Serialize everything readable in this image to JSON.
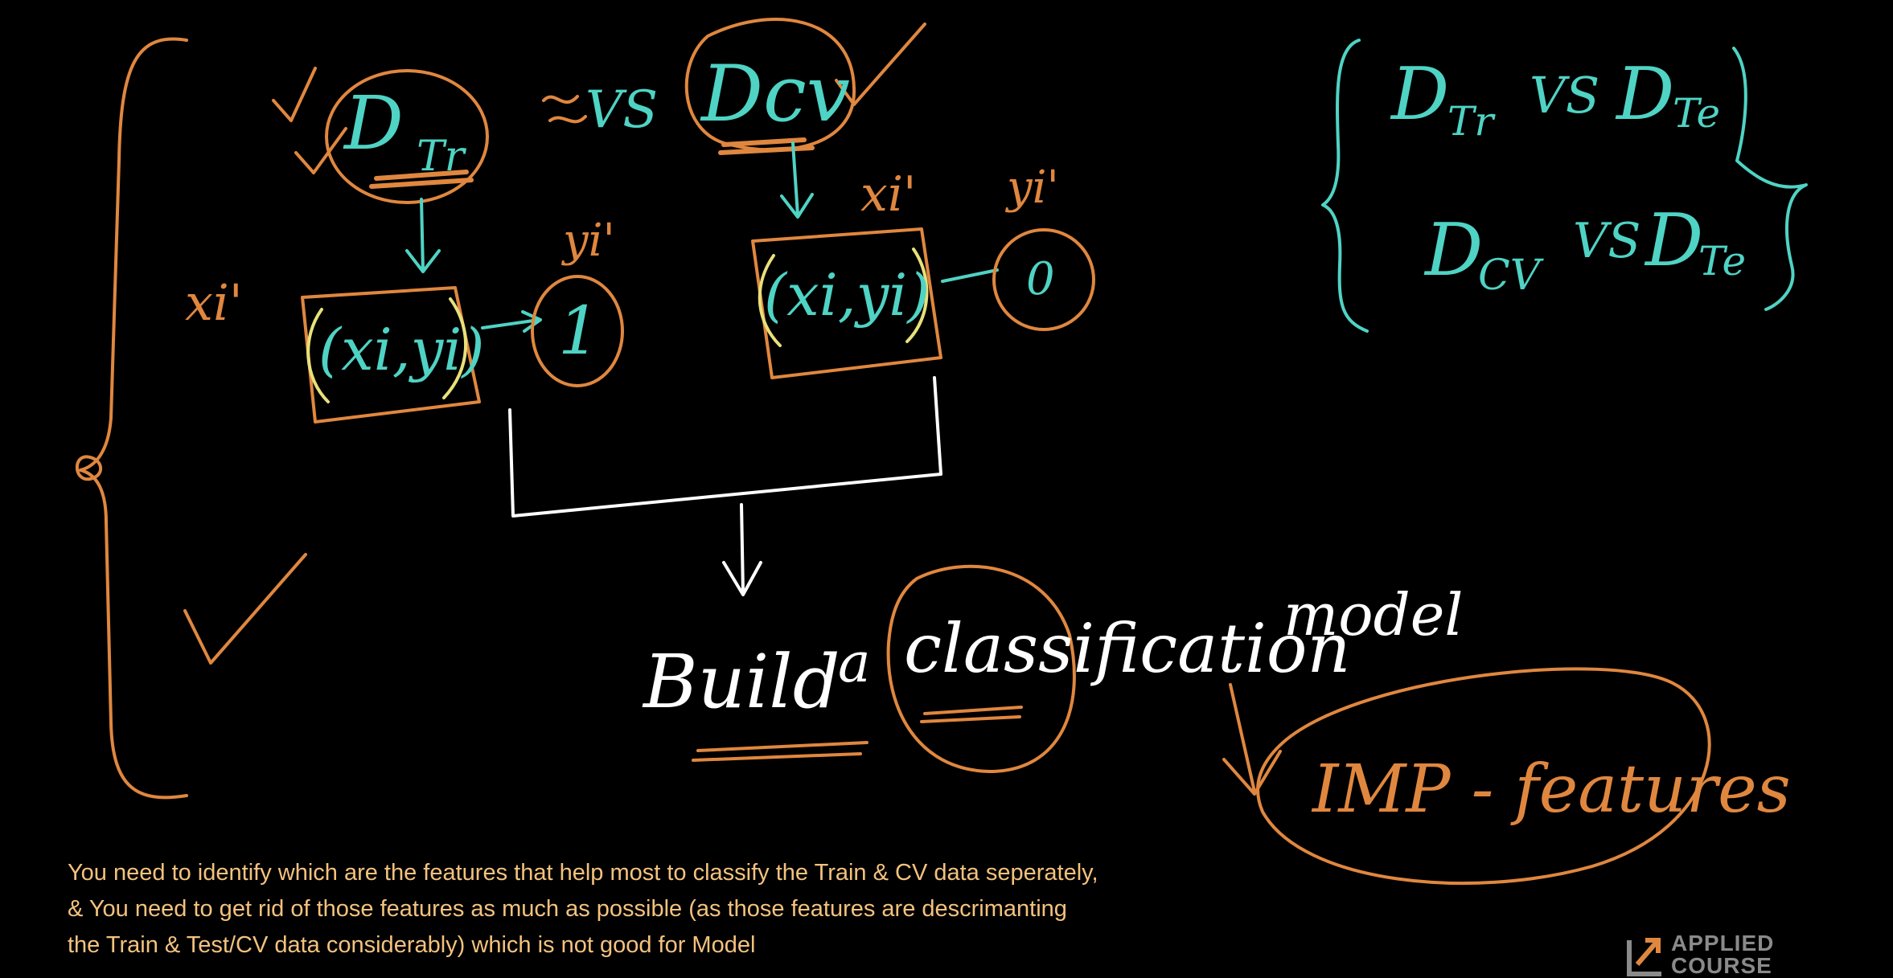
{
  "whiteboard": {
    "left": {
      "d_tr": {
        "main": "D",
        "sub": "Tr"
      },
      "vs": "VS",
      "d_cv": "Dcv",
      "x_left_label": "xi'",
      "pair_left": "(xi,yi)",
      "y_left_label": "yi'",
      "label_one": "1",
      "x_right_label": "xi'",
      "y_right_label": "yi'",
      "pair_right": "(xi,yi)",
      "label_zero": "0",
      "side_letter": "α"
    },
    "right": {
      "row1": {
        "a": "D",
        "a_sub": "Tr",
        "vs": "VS",
        "b": "D",
        "b_sub": "Te"
      },
      "row2": {
        "a": "D",
        "a_sub": "CV",
        "vs": "VS",
        "b": "D",
        "b_sub": "Te"
      }
    },
    "build": {
      "word1": "Build",
      "word2": "a",
      "word3": "classification",
      "word4": "model"
    },
    "imp": "IMP - features"
  },
  "caption": "You need to identify which are the features that help most to classify the Train & CV data seperately,\n& You need to get rid of those features as much as possible (as those features are descrimanting\n the Train & Test/CV data considerably) which is not good for Model",
  "logo": {
    "line1": "APPLIED",
    "line2": "COURSE"
  },
  "colors": {
    "teal": "#4FD3C4",
    "orange": "#E0873F",
    "white": "#FFFFFF",
    "yellow": "#E8E07A",
    "caption": "#F4C27E"
  }
}
